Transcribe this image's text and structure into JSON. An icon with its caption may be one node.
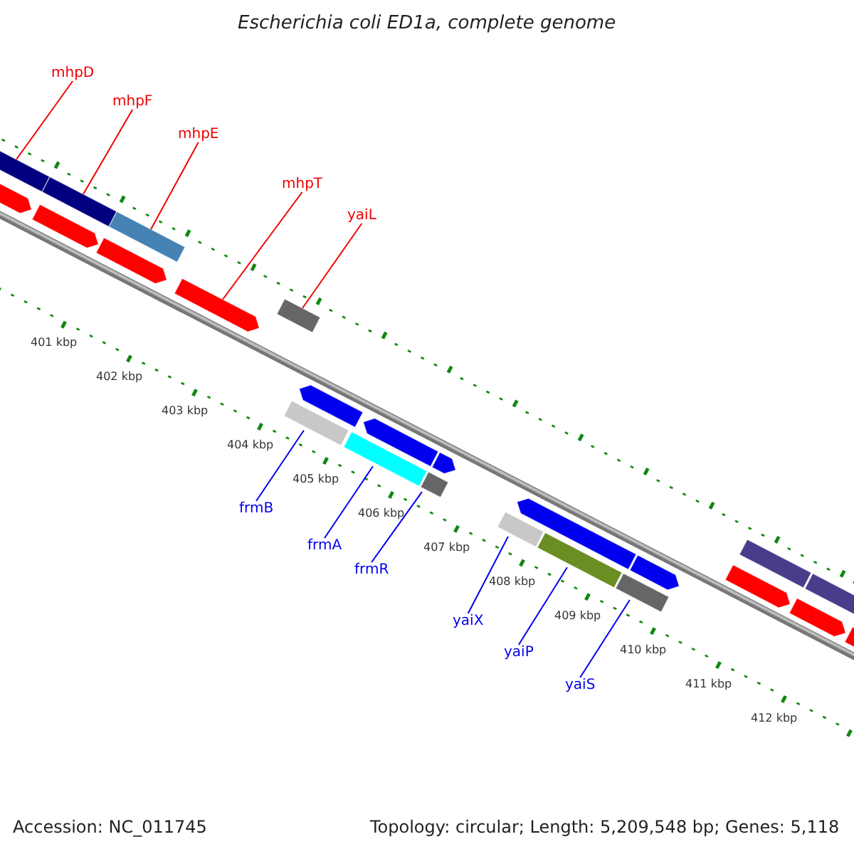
{
  "diagram": {
    "title": "Escherichia coli ED1a, complete genome",
    "nodes": [
      {
        "text": [
          "mhpD"
        ]
      },
      {
        "text": [
          "mhpF"
        ]
      },
      {
        "text": [
          "mhpE"
        ]
      },
      {
        "text": [
          "mhpT"
        ]
      },
      {
        "text": [
          "yaiL"
        ]
      },
      {
        "text": [
          "frmB"
        ]
      },
      {
        "text": [
          "frmA"
        ]
      },
      {
        "text": [
          "frmR"
        ]
      },
      {
        "text": [
          "yaiX"
        ]
      },
      {
        "text": [
          "yaiP"
        ]
      },
      {
        "text": [
          "yaiS"
        ]
      },
      {
        "text": [],
        "shape": "bar"
      },
      {
        "text": [],
        "shape": "bar"
      },
      {
        "text": [],
        "shape": "bar"
      },
      {
        "text": [],
        "shape": "pentagon"
      },
      {
        "text": [],
        "shape": "bar"
      },
      {
        "text": [],
        "shape": "bar"
      },
      {
        "text": [],
        "shape": "bar"
      },
      {
        "text": [],
        "shape": "bar"
      },
      {
        "text": [],
        "shape": "bar"
      },
      {
        "text": [],
        "shape": "bar"
      },
      {
        "text": [],
        "shape": "bar"
      },
      {
        "text": [],
        "shape": "pentagon"
      },
      {
        "text": [],
        "shape": "pentagon"
      },
      {
        "text": [],
        "shape": "pentagon"
      },
      {
        "text": [],
        "shape": "pentagon"
      },
      {
        "text": [],
        "shape": "pentagon"
      },
      {
        "text": [],
        "shape": "pentagon"
      },
      {
        "text": [],
        "shape": "bar"
      },
      {
        "text": [],
        "shape": "bar"
      },
      {
        "text": [],
        "shape": "pentagon"
      },
      {
        "text": [],
        "shape": "pentagon"
      },
      {
        "text": [],
        "shape": "pentagon"
      },
      {
        "text": [],
        "shape": "pentagon"
      },
      {
        "text": [],
        "shape": "pentagon"
      }
    ],
    "edges": [
      {
        "from": 0,
        "to": 11,
        "arrow": "none",
        "color": "#ee0000"
      },
      {
        "from": 1,
        "to": 12,
        "arrow": "none",
        "color": "#ee0000"
      },
      {
        "from": 2,
        "to": 13,
        "arrow": "none",
        "color": "#ee0000"
      },
      {
        "from": 3,
        "to": 14,
        "arrow": "none",
        "color": "#ee0000"
      },
      {
        "from": 4,
        "to": 15,
        "arrow": "none",
        "color": "#ee0000"
      },
      {
        "from": 5,
        "to": 16,
        "arrow": "none"
      },
      {
        "from": 6,
        "to": 17,
        "arrow": "none"
      },
      {
        "from": 7,
        "to": 18,
        "arrow": "none"
      },
      {
        "from": 8,
        "to": 19,
        "arrow": "none"
      },
      {
        "from": 9,
        "to": 20,
        "arrow": "none"
      },
      {
        "from": 10,
        "to": 21,
        "arrow": "none"
      }
    ],
    "labels": [
      "401 kbp",
      "402 kbp",
      "403 kbp",
      "404 kbp",
      "405 kbp",
      "406 kbp",
      "407 kbp",
      "408 kbp",
      "409 kbp",
      "410 kbp",
      "411 kbp",
      "412 kbp",
      "Accession: NC_011745",
      "Topology: circular; Length: 5,209,548 bp; Genes: 5,118"
    ]
  }
}
